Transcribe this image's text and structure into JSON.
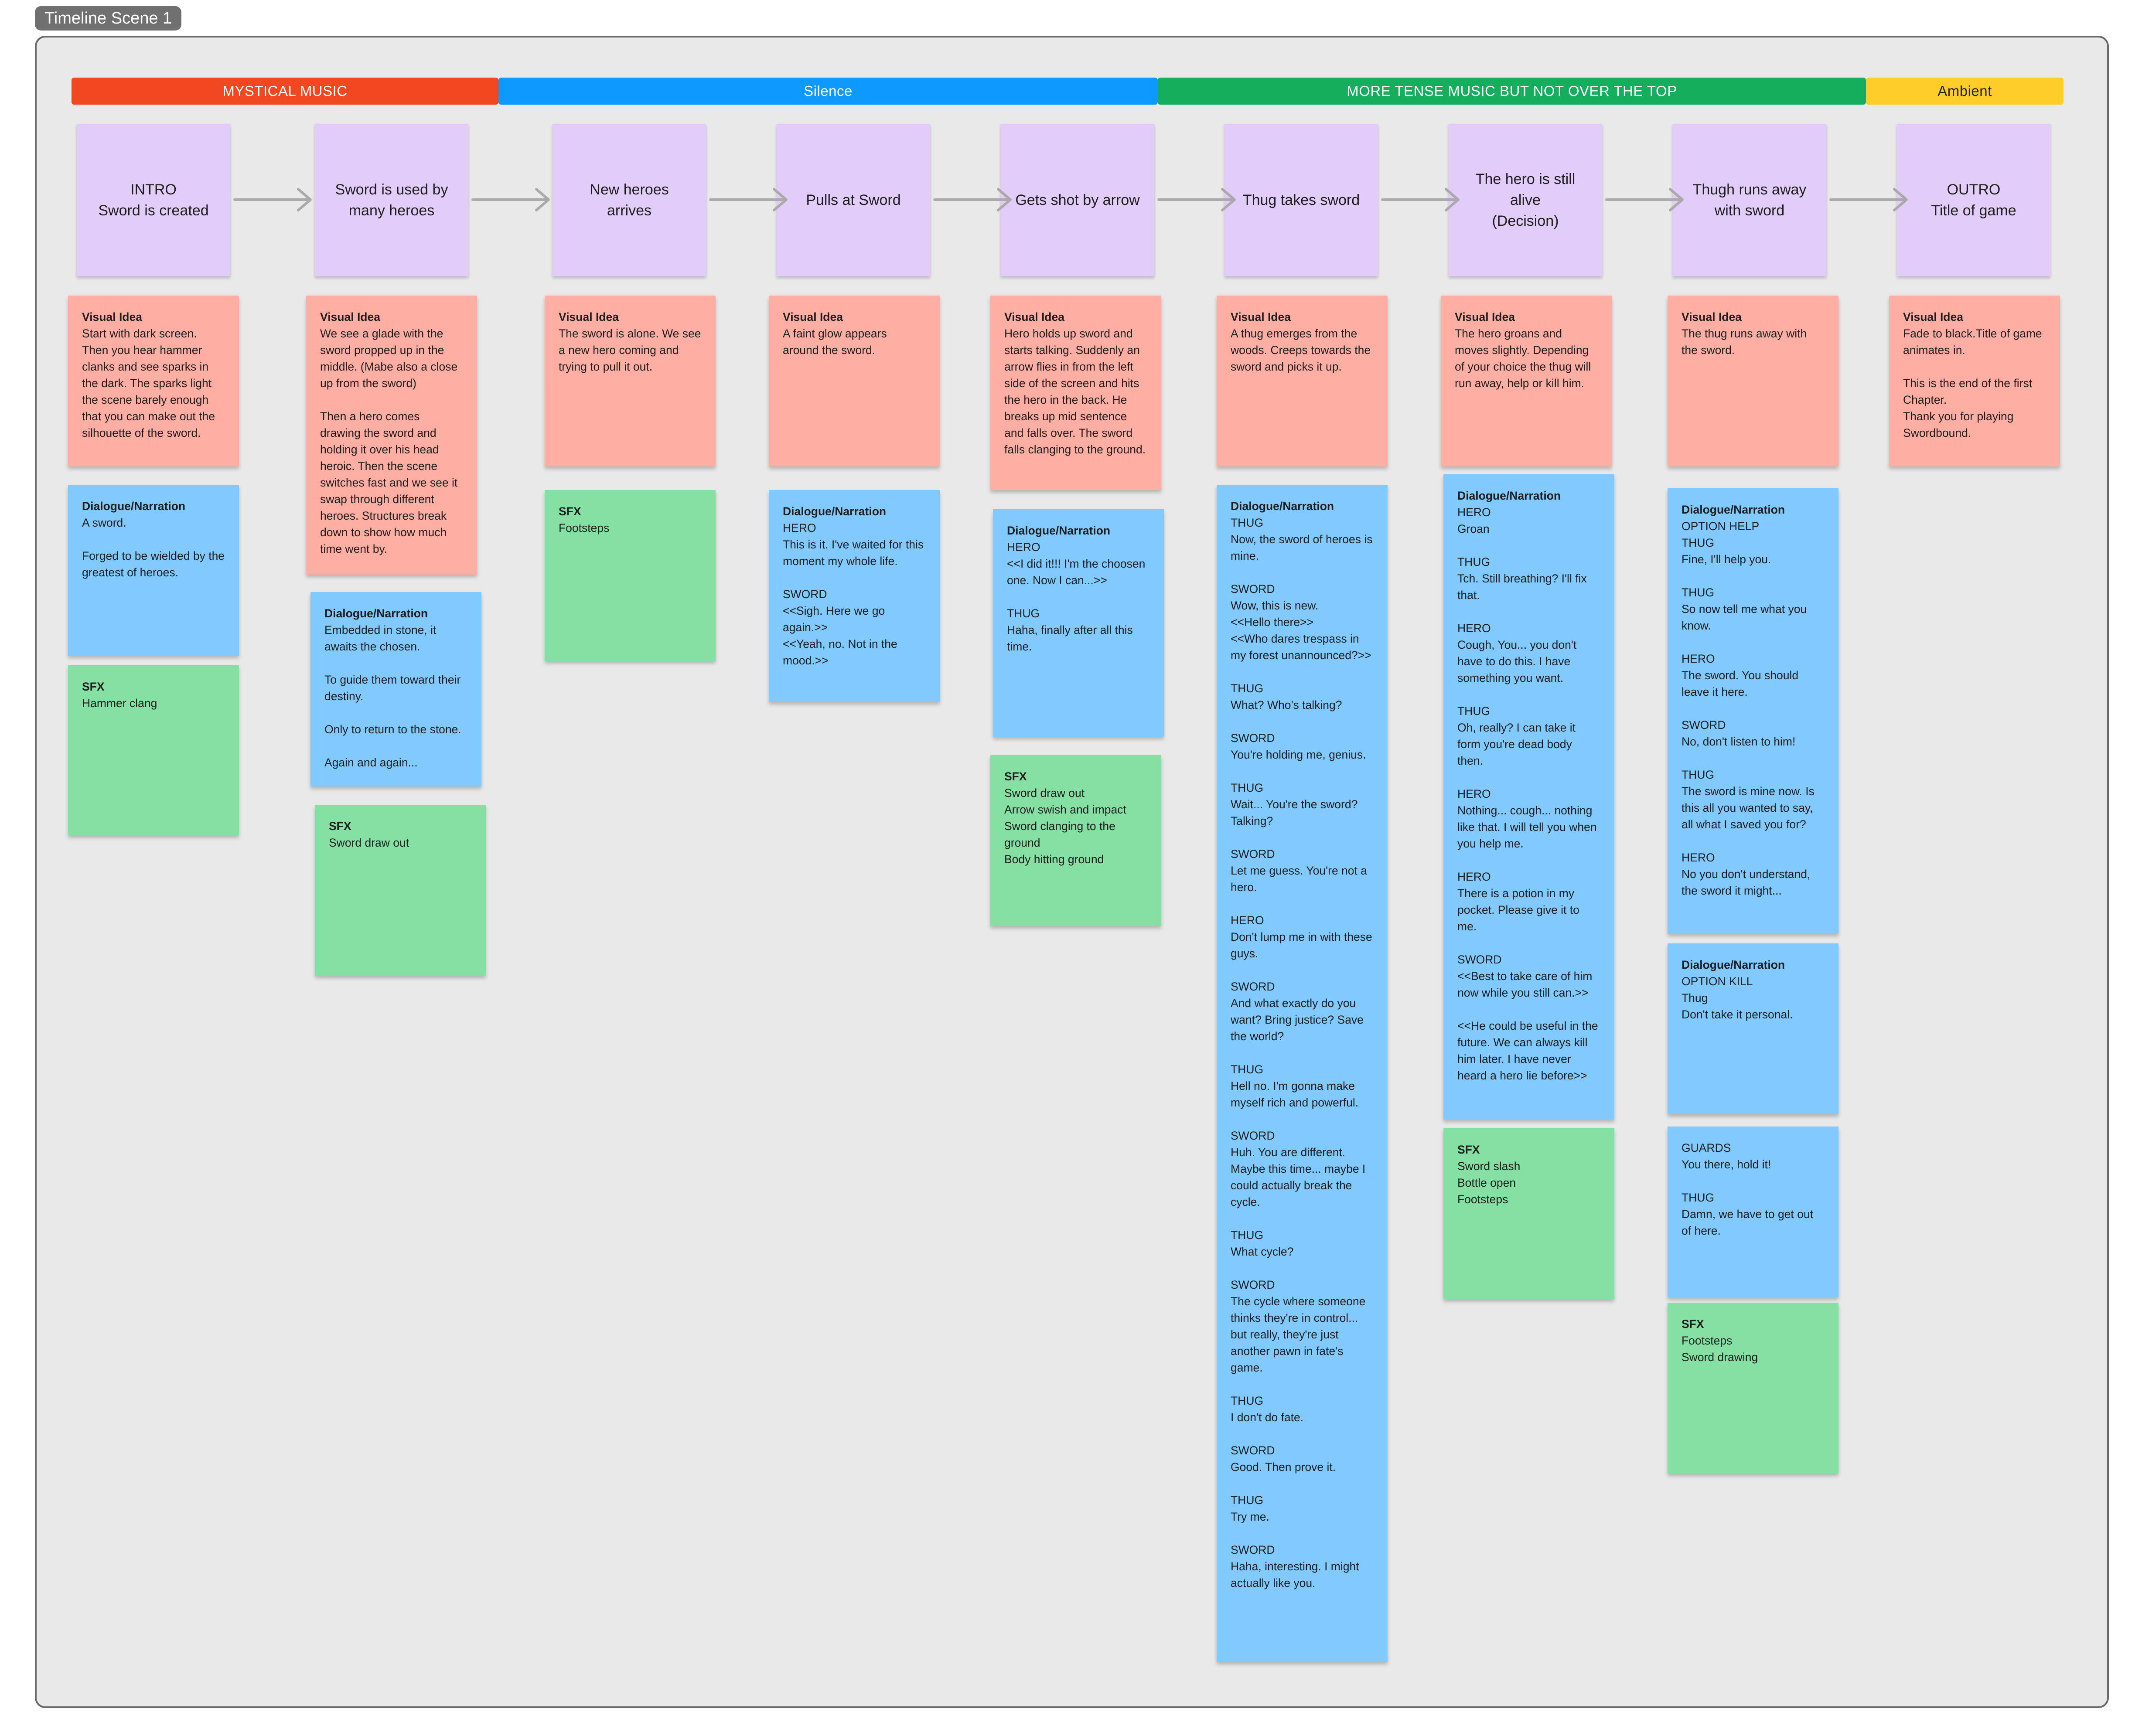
{
  "frame": {
    "title": "Timeline Scene 1"
  },
  "music_bands": [
    {
      "label": "MYSTICAL MUSIC",
      "color": "#f24822"
    },
    {
      "label": "Silence",
      "color": "#0d99ff"
    },
    {
      "label": "MORE TENSE MUSIC BUT NOT OVER THE TOP",
      "color": "#14ae5c"
    },
    {
      "label": "Ambient",
      "color": "#ffcd29"
    }
  ],
  "scenes": [
    "INTRO\nSword is created",
    "Sword is used by\nmany heroes",
    "New heroes\narrives",
    "Pulls at Sword",
    "Gets shot by arrow",
    "Thug takes sword",
    "The hero is still\nalive\n(Decision)",
    "Thugh runs away\nwith sword",
    "OUTRO\nTitle of game"
  ],
  "notes": [
    {
      "type": "visual",
      "title": "Visual Idea",
      "body": "Start with dark screen. Then you hear hammer clanks and see sparks in the dark. The sparks light the scene barely enough that you can make out the silhouette of the sword."
    },
    {
      "type": "dialogue",
      "title": "Dialogue/Narration",
      "body": "A sword.\n\nForged to be wielded by the greatest of heroes."
    },
    {
      "type": "sfx",
      "title": "SFX",
      "body": "Hammer clang"
    },
    {
      "type": "visual",
      "title": "Visual Idea",
      "body": "We see a glade with the sword propped up in the middle. (Mabe also a close up from the sword)\n\nThen a hero comes drawing the sword and holding it over his head heroic. Then the scene switches fast and we see it swap through different heroes. Structures break down to show how much time went by."
    },
    {
      "type": "dialogue",
      "title": "Dialogue/Narration",
      "body": "Embedded in stone, it awaits the chosen.\n\nTo guide them toward their destiny.\n\nOnly to return to the stone.\n\nAgain and again..."
    },
    {
      "type": "sfx",
      "title": "SFX",
      "body": "Sword draw out"
    },
    {
      "type": "visual",
      "title": "Visual Idea",
      "body": "The sword is alone. We see a new hero coming and trying to pull it out."
    },
    {
      "type": "sfx",
      "title": "SFX",
      "body": "Footsteps"
    },
    {
      "type": "visual",
      "title": "Visual Idea",
      "body": "A faint glow appears around the sword."
    },
    {
      "type": "dialogue",
      "title": "Dialogue/Narration",
      "body": "HERO\nThis is it. I've waited for this moment my whole life.\n\nSWORD\n<<Sigh. Here we go again.>>\n<<Yeah, no. Not in the mood.>>"
    },
    {
      "type": "visual",
      "title": "Visual Idea",
      "body": "Hero holds up sword and starts talking. Suddenly an arrow flies in from the left side of the screen and hits the hero in the back. He breaks up mid sentence and falls over. The sword falls clanging to the ground."
    },
    {
      "type": "dialogue",
      "title": "Dialogue/Narration",
      "body": "HERO\n<<I did it!!! I'm the choosen one. Now I can...>>\n\nTHUG\nHaha, finally after all this time."
    },
    {
      "type": "sfx",
      "title": "SFX",
      "body": "Sword draw out\nArrow swish and impact\nSword clanging to the ground\nBody hitting ground"
    },
    {
      "type": "visual",
      "title": "Visual Idea",
      "body": "A thug emerges from the woods. Creeps towards the sword and picks it up."
    },
    {
      "type": "dialogue",
      "title": "Dialogue/Narration",
      "body": "THUG\nNow, the sword of heroes is mine.\n\nSWORD\nWow, this is new.\n<<Hello there>>\n<<Who dares trespass in my forest unannounced?>>\n\nTHUG\nWhat? Who's talking?\n\nSWORD\nYou're holding me, genius.\n\nTHUG\nWait... You're the sword? Talking?\n\nSWORD\nLet me guess. You're not a hero.\n\nHERO\nDon't lump me in with these guys.\n\nSWORD\nAnd what exactly do you want? Bring justice? Save the world?\n\nTHUG\nHell no. I'm gonna make myself rich and powerful.\n\nSWORD\nHuh. You are different. Maybe this time... maybe I could actually break the cycle.\n\nTHUG\nWhat cycle?\n\nSWORD\nThe cycle where someone thinks they're in control... but really, they're just another pawn in fate's game.\n\nTHUG\nI don't do fate.\n\nSWORD\nGood. Then prove it.\n\nTHUG\nTry me.\n\nSWORD\nHaha, interesting. I might actually like you."
    },
    {
      "type": "visual",
      "title": "Visual Idea",
      "body": "The hero groans and moves slightly. Depending of your choice the thug will run away, help or kill him."
    },
    {
      "type": "dialogue",
      "title": "Dialogue/Narration",
      "body": "HERO\nGroan\n\nTHUG\nTch. Still breathing? I'll fix that.\n\nHERO\nCough, You... you don't have to do this. I have something you want.\n\nTHUG\nOh, really? I can take it form you're dead body then.\n\nHERO\nNothing... cough... nothing like that. I will tell you when you help me.\n\nHERO\nThere is a potion in my pocket. Please give it to me.\n\nSWORD\n<<Best to take care of him now while you still can.>>\n\n<<He could be useful in the future. We can always kill him later. I have never heard a hero lie before>>"
    },
    {
      "type": "sfx",
      "title": "SFX",
      "body": "Sword slash\nBottle open\nFootsteps"
    },
    {
      "type": "visual",
      "title": "Visual Idea",
      "body": "The thug runs away with the sword."
    },
    {
      "type": "dialogue",
      "title": "Dialogue/Narration",
      "body": "OPTION HELP\nTHUG\nFine, I'll help you.\n\nTHUG\nSo now tell me what you know.\n\nHERO\nThe sword. You should leave it here.\n\nSWORD\nNo, don't listen to him!\n\nTHUG\nThe sword is mine now. Is this all you wanted to say, all what I saved you for?\n\nHERO\nNo you don't understand, the sword it might..."
    },
    {
      "type": "dialogue",
      "title": "Dialogue/Narration",
      "body": "OPTION KILL\nThug\nDon't take it personal."
    },
    {
      "type": "dialogue",
      "title": "",
      "body": "GUARDS\nYou there, hold it!\n\nTHUG\nDamn, we have to get out of here."
    },
    {
      "type": "sfx",
      "title": "SFX",
      "body": "Footsteps\nSword drawing"
    },
    {
      "type": "visual",
      "title": "Visual Idea",
      "body": "Fade to black.Title of game animates in.\n\nThis is the end of the first Chapter.\nThank you for playing Swordbound."
    }
  ]
}
